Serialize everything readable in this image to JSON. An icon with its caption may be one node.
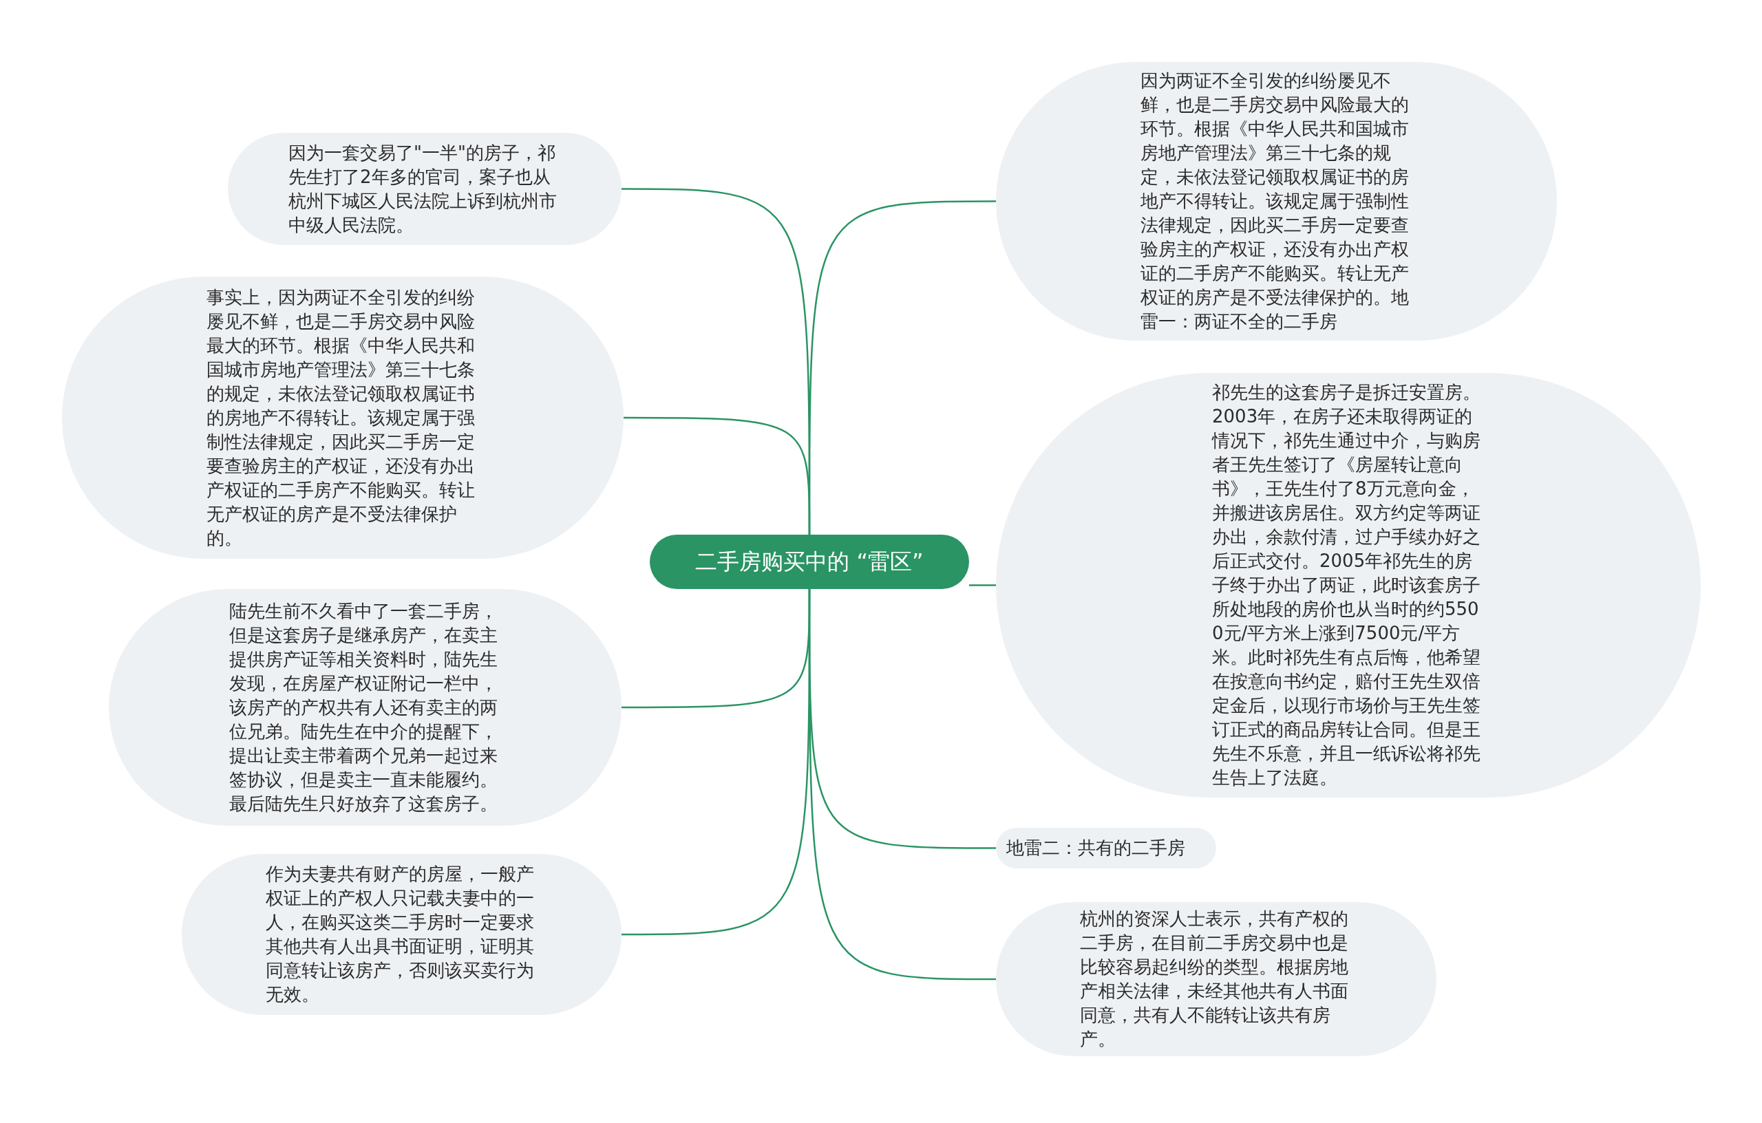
{
  "diagram": {
    "nodes": [
      {
        "text": [
          "二手房购买中的 “雷区”"
        ]
      },
      {
        "text": [
          "因为一套交易了\"一半\"的房子，祁先生打了2年多的官司，案子也从杭州下城区人民法院上诉到杭州市中级人民法院。"
        ]
      },
      {
        "text": [
          "事实上，因为两证不全引发的纠纷屡见不鲜，也是二手房交易中风险最大的环节。根据《中华人民共和国城市房地产管理法》第三十七条的规定，未依法登记领取权属证书的房地产不得转让。该规定属于强制性法律规定，因此买二手房一定要查验房主的产权证，还没有办出产权证的二手房产不能购买。转让无产权证的房产是不受法律保护的。"
        ]
      },
      {
        "text": [
          "陆先生前不久看中了一套二手房，但是这套房子是继承房产，在卖主提供房产证等相关资料时，陆先生发现，在房屋产权证附记一栏中，该房产的产权共有人还有卖主的两位兄弟。陆先生在中介的提醒下，提出让卖主带着两个兄弟一起过来签协议，但是卖主一直未能履约。最后陆先生只好放弃了这套房子。"
        ]
      },
      {
        "text": [
          "作为夫妻共有财产的房屋，一般产权证上的产权人只记载夫妻中的一人，在购买这类二手房时一定要求其他共有人出具书面证明，证明其同意转让该房产，否则该买卖行为无效。"
        ]
      },
      {
        "text": [
          "因为两证不全引发的纠纷屡见不鲜，也是二手房交易中风险最大的环节。根据《中华人民共和国城市房地产管理法》第三十七条的规定，未依法登记领取权属证书的房地产不得转让。该规定属于强制性法律规定，因此买二手房一定要查验房主的产权证，还没有办出产权证的二手房产不能购买。转让无产权证的房产是不受法律保护的。地雷一：两证不全的二手房"
        ]
      },
      {
        "text": [
          "祁先生的这套房子是拆迁安置房。2003年，在房子还未取得两证的情况下，祁先生通过中介，与购房者王先生签订了《房屋转让意向书》，王先生付了8万元意向金，并搬进该房居住。双方约定等两证办出，余款付清，过户手续办好之后正式交付。2005年祁先生的房子终于办出了两证，此时该套房子所处地段的房价也从当时的约5500元/平方米上涨到7500元/平方米。此时祁先生有点后悔，他希望在按意向书约定，赔付王先生双倍定金后，以现行市场价与王先生签订正式的商品房转让合同。但是王先生不乐意，并且一纸诉讼将祁先生告上了法庭。"
        ]
      },
      {
        "text": [
          "地雷二：共有的二手房"
        ]
      },
      {
        "text": [
          "杭州的资深人士表示，共有产权的二手房，在目前二手房交易中也是比较容易起纠纷的类型。根据房地产相关法律，未经其他共有人书面同意，共有人不能转让该共有房产。"
        ]
      }
    ],
    "edges": [
      {
        "from": 0,
        "to": 1,
        "arrow": "none"
      },
      {
        "from": 0,
        "to": 2,
        "arrow": "none"
      },
      {
        "from": 0,
        "to": 3,
        "arrow": "none"
      },
      {
        "from": 0,
        "to": 4,
        "arrow": "none"
      },
      {
        "from": 0,
        "to": 5,
        "arrow": "none"
      },
      {
        "from": 0,
        "to": 6,
        "arrow": "none"
      },
      {
        "from": 0,
        "to": 7,
        "arrow": "none"
      },
      {
        "from": 0,
        "to": 8,
        "arrow": "none"
      }
    ]
  }
}
